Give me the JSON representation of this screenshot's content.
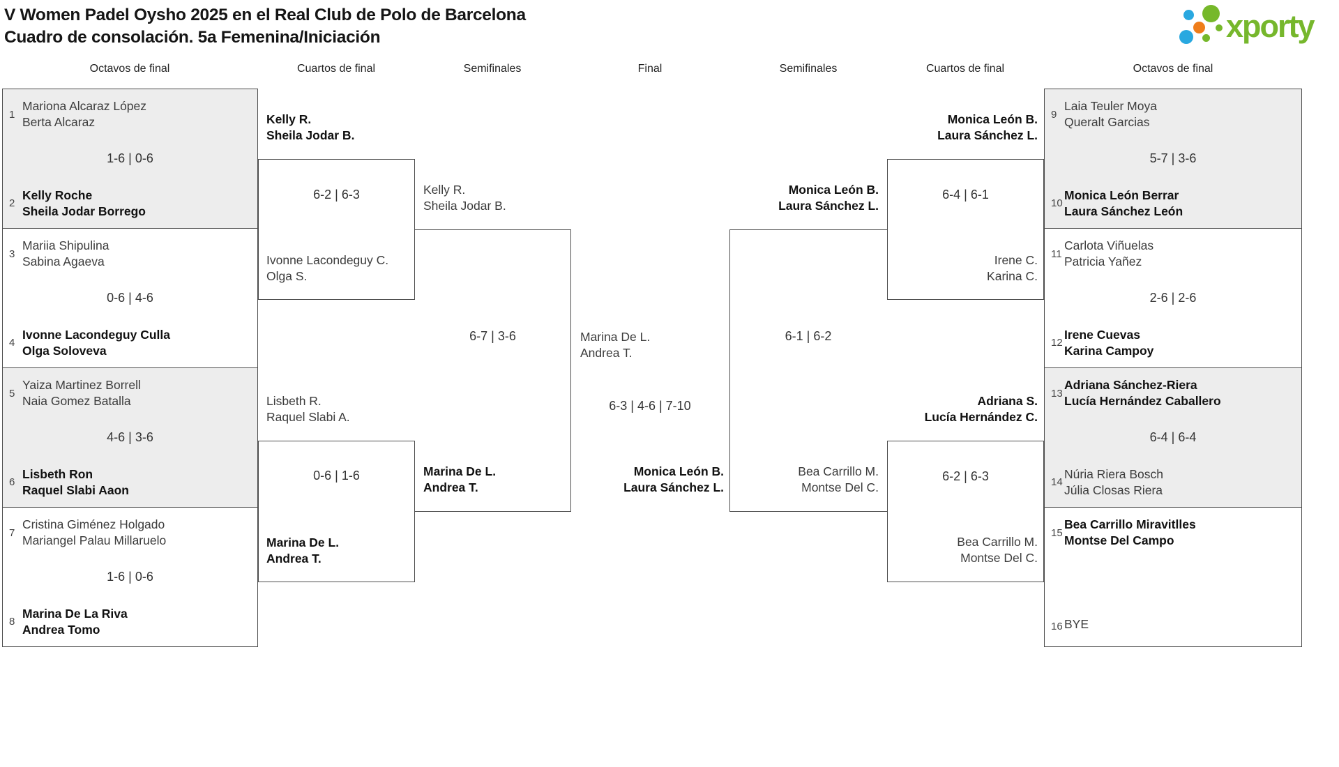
{
  "title": {
    "line1": "V Women Padel Oysho 2025 en el Real Club de Polo de Barcelona",
    "line2": "Cuadro de consolación. 5a Femenina/Iniciación"
  },
  "logo": {
    "brand": "xporty"
  },
  "headers": {
    "left_r16": "Octavos de final",
    "left_qf": "Cuartos de final",
    "left_sf": "Semifinales",
    "final": "Final",
    "right_sf": "Semifinales",
    "right_qf": "Cuartos de final",
    "right_r16": "Octavos de final"
  },
  "colors": {
    "brand_green": "#76b82a",
    "brand_blue": "#29a8e0",
    "brand_orange": "#ef7d1a",
    "line": "#4c4c4c",
    "box_gray": "#ededed"
  },
  "matches": {
    "o1": {
      "s1": "1",
      "t1a": "Mariona Alcaraz López",
      "t1b": "Berta Alcaraz",
      "sc": "1-6 | 0-6",
      "s2": "2",
      "t2a": "Kelly Roche",
      "t2b": "Sheila Jodar Borrego"
    },
    "o2": {
      "s1": "3",
      "t1a": "Mariia Shipulina",
      "t1b": "Sabina Agaeva",
      "sc": "0-6 | 4-6",
      "s2": "4",
      "t2a": "Ivonne Lacondeguy Culla",
      "t2b": "Olga Soloveva"
    },
    "o3": {
      "s1": "5",
      "t1a": "Yaiza Martinez Borrell",
      "t1b": "Naia Gomez Batalla",
      "sc": "4-6 | 3-6",
      "s2": "6",
      "t2a": "Lisbeth Ron",
      "t2b": "Raquel Slabi Aaon"
    },
    "o4": {
      "s1": "7",
      "t1a": "Cristina Giménez Holgado",
      "t1b": "Mariangel Palau Millaruelo",
      "sc": "1-6 | 0-6",
      "s2": "8",
      "t2a": "Marina De La Riva",
      "t2b": "Andrea Tomo"
    },
    "o5": {
      "s1": "9",
      "t1a": "Laia Teuler Moya",
      "t1b": "Queralt Garcias",
      "sc": "5-7 | 3-6",
      "s2": "10",
      "t2a": "Monica León Berrar",
      "t2b": "Laura Sánchez León"
    },
    "o6": {
      "s1": "11",
      "t1a": "Carlota Viñuelas",
      "t1b": "Patricia Yañez",
      "sc": "2-6 | 2-6",
      "s2": "12",
      "t2a": "Irene Cuevas",
      "t2b": "Karina Campoy"
    },
    "o7": {
      "s1": "13",
      "t1a": "Adriana Sánchez-Riera",
      "t1b": "Lucía Hernández Caballero",
      "sc": "6-4 | 6-4",
      "s2": "14",
      "t2a": "Núria Riera Bosch",
      "t2b": "Júlia Closas Riera"
    },
    "o8": {
      "s1": "15",
      "t1a": "Bea Carrillo Miravitlles",
      "t1b": "Montse Del Campo",
      "s2": "16",
      "t2a": "BYE"
    },
    "qf1": {
      "t1a": "Kelly R.",
      "t1b": "Sheila Jodar B.",
      "sc": "6-2 | 6-3",
      "t2a": "Ivonne Lacondeguy C.",
      "t2b": "Olga S."
    },
    "qf2": {
      "t1a": "Lisbeth R.",
      "t1b": "Raquel Slabi A.",
      "sc": "0-6 | 1-6",
      "t2a": "Marina De L.",
      "t2b": "Andrea T."
    },
    "qf3": {
      "t1a": "Monica León B.",
      "t1b": "Laura Sánchez L.",
      "sc": "6-4 | 6-1",
      "t2a": "Irene C.",
      "t2b": "Karina C."
    },
    "qf4": {
      "t1a": "Adriana S.",
      "t1b": "Lucía Hernández C.",
      "sc": "6-2 | 6-3",
      "t2a": "Bea Carrillo M.",
      "t2b": "Montse Del C."
    },
    "sf1": {
      "t1a": "Kelly R.",
      "t1b": "Sheila Jodar B.",
      "sc": "6-7 | 3-6",
      "t2a": "Marina De L.",
      "t2b": "Andrea T."
    },
    "sf2": {
      "t1a": "Monica León B.",
      "t1b": "Laura Sánchez L.",
      "sc": "6-1 | 6-2",
      "t2a": "Bea Carrillo M.",
      "t2b": "Montse Del C."
    },
    "fin": {
      "t1a": "Marina De L.",
      "t1b": "Andrea T.",
      "sc": "6-3 | 4-6 | 7-10",
      "t2a": "Monica León B.",
      "t2b": "Laura Sánchez L."
    }
  }
}
